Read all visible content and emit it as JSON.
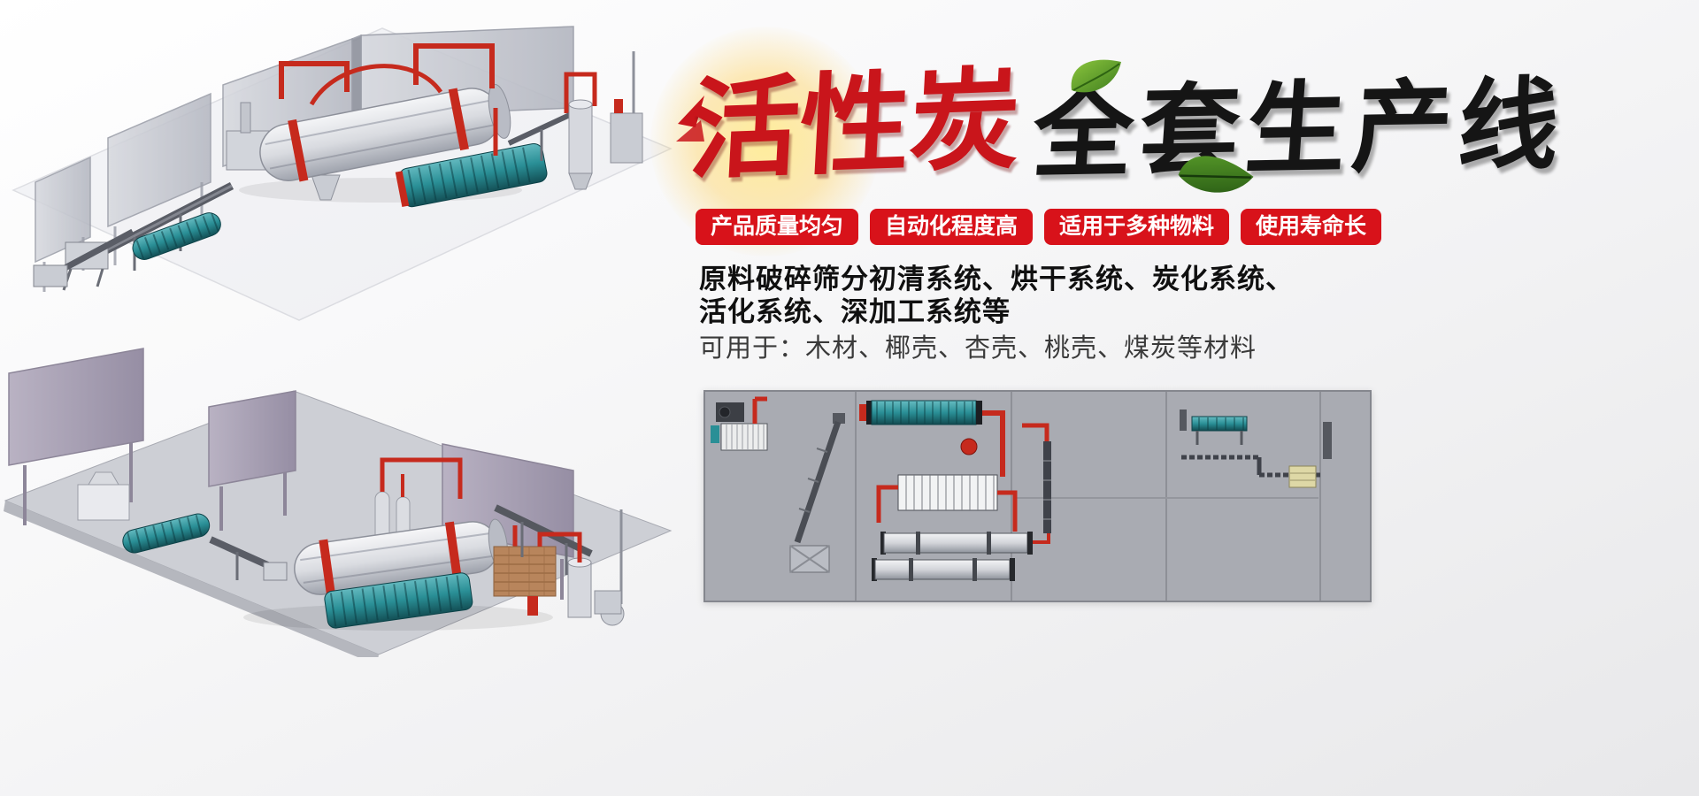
{
  "theme": {
    "accent_red": "#d8121a",
    "title_red": "#c9151b",
    "title_black": "#151515",
    "panel_gray": "#a9abb2",
    "pipe_red": "#c62a1d",
    "drum_teal": "#2a8f96"
  },
  "hero": {
    "title_red": "活性炭",
    "title_black": "全套生产线",
    "badges": [
      "产品质量均匀",
      "自动化程度高",
      "适用于多种物料",
      "使用寿命长"
    ],
    "description_lines": [
      "原料破碎筛分初清系统、烘干系统、炭化系统、",
      "活化系统、深加工系统等"
    ],
    "materials": "可用于：木材、椰壳、杏壳、桃壳、煤炭等材料"
  }
}
